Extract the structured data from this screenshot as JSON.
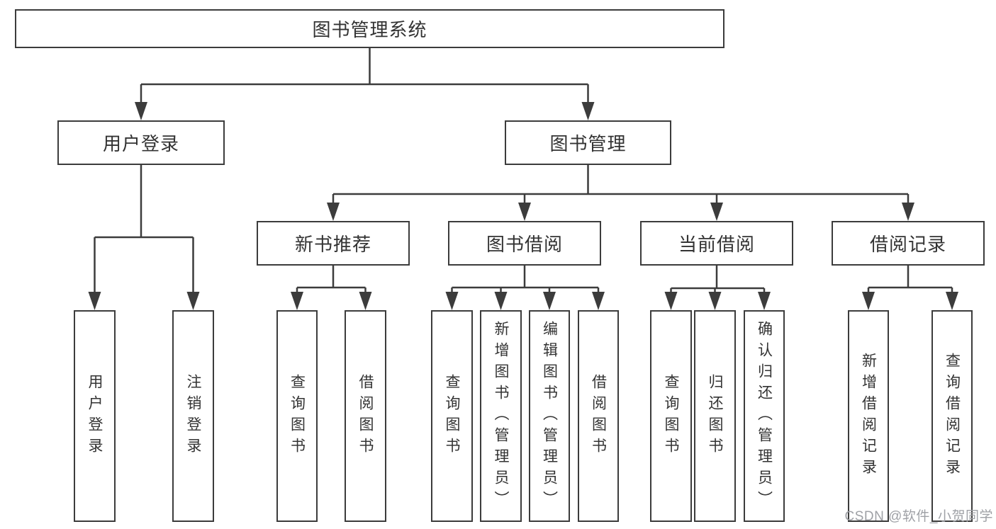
{
  "colors": {
    "line": "#3c3c3c",
    "text": "#333333",
    "background": "#ffffff",
    "watermark": "#9fa1a6"
  },
  "watermark": {
    "text": "CSDN @软件_小贺同学"
  },
  "tree": {
    "root": {
      "label": "图书管理系统",
      "children": [
        {
          "label": "用户登录",
          "children": [
            {
              "label": "用户登录"
            },
            {
              "label": "注销登录"
            }
          ]
        },
        {
          "label": "图书管理",
          "children": [
            {
              "label": "新书推荐",
              "children": [
                {
                  "label": "查询图书"
                },
                {
                  "label": "借阅图书"
                }
              ]
            },
            {
              "label": "图书借阅",
              "children": [
                {
                  "label": "查询图书"
                },
                {
                  "label": "新增图书（管理员）"
                },
                {
                  "label": "编辑图书（管理员）"
                },
                {
                  "label": "借阅图书"
                }
              ]
            },
            {
              "label": "当前借阅",
              "children": [
                {
                  "label": "查询图书"
                },
                {
                  "label": "归还图书"
                },
                {
                  "label": "确认归还（管理员）"
                }
              ]
            },
            {
              "label": "借阅记录",
              "children": [
                {
                  "label": "新增借阅记录"
                },
                {
                  "label": "查询借阅记录"
                }
              ]
            }
          ]
        }
      ]
    }
  }
}
